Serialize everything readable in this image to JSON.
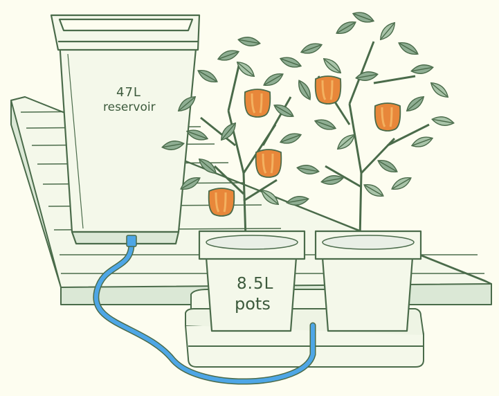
{
  "colors": {
    "background": "#fdfdf0",
    "outline": "#4a6b4a",
    "tray_fill": "#f4f8ea",
    "tray_shade": "#dbe8d6",
    "leaf": "#a9c4a9",
    "leaf_dark": "#8fae93",
    "pepper": "#e8873a",
    "pepper_light": "#f3b160",
    "tube": "#4ea6e6",
    "soil": "#e9efe6"
  },
  "icons": [
    "reservoir-icon",
    "pepper-plant-icon",
    "pepper-icon",
    "tube-icon",
    "pot-icon"
  ],
  "reservoir": {
    "line1": "47L",
    "line2": "reservoir"
  },
  "pots": {
    "line1": "8.5L",
    "line2": "pots"
  }
}
